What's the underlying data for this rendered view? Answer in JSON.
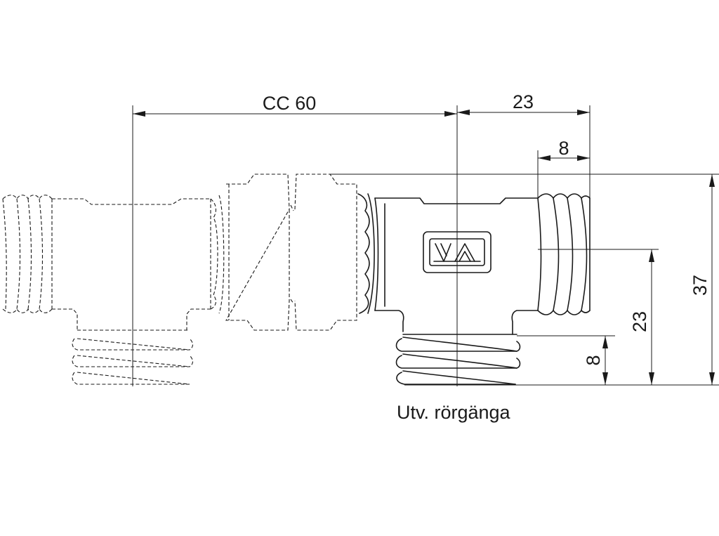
{
  "dimensions": {
    "cc": "CC 60",
    "width_top": "23",
    "thread_length_top": "8",
    "total_height": "37",
    "center_height": "23",
    "thread_length_bottom": "8"
  },
  "caption": "Utv. rörgänga",
  "logo_text": "VA"
}
